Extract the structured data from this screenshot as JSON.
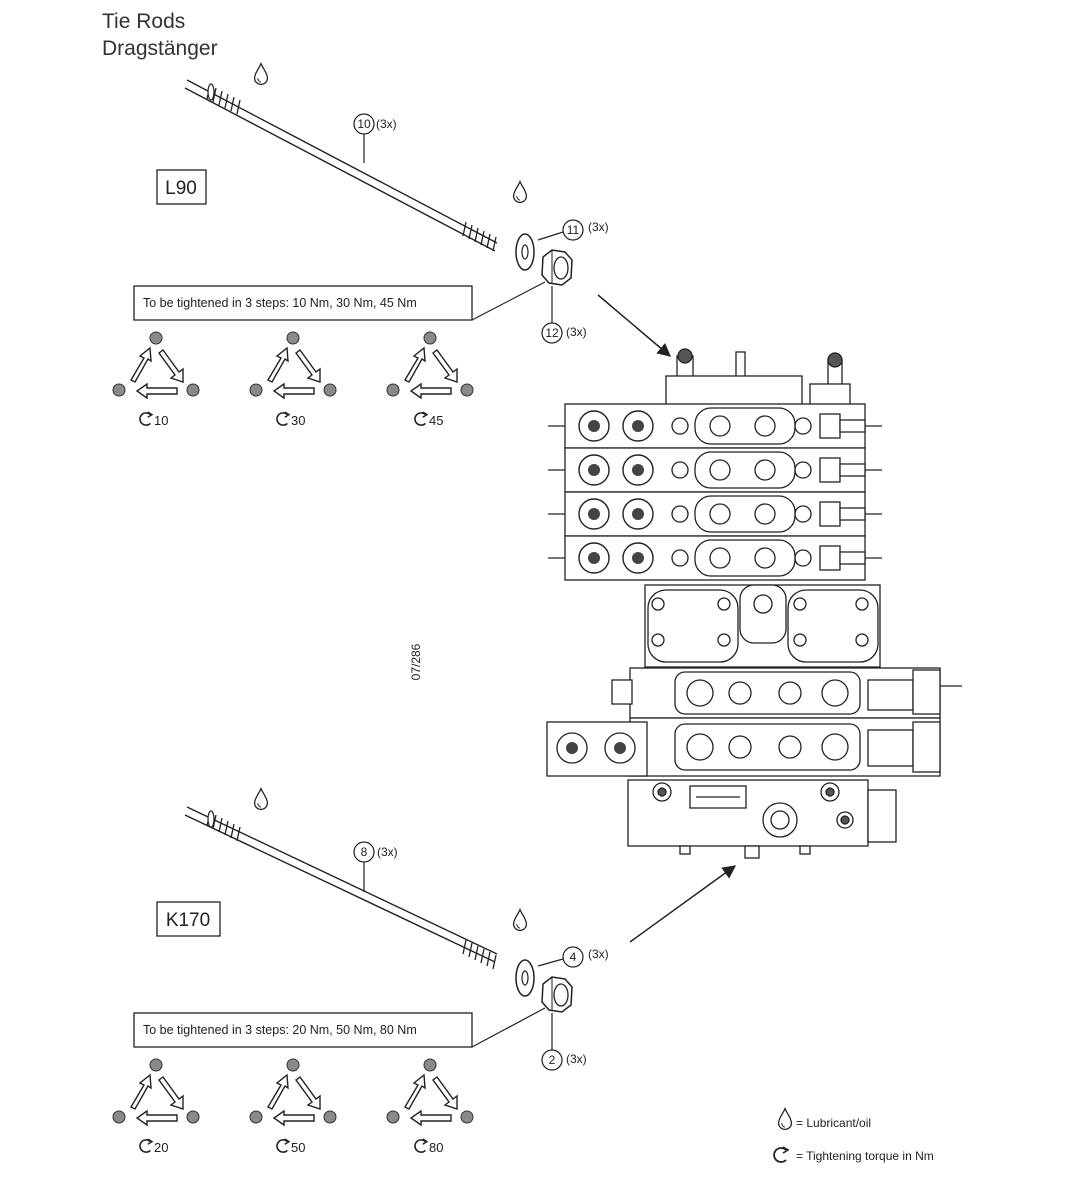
{
  "title_line1": "Tie Rods",
  "title_line2": "Dragstänger",
  "figure_ref": "07/286",
  "sections": [
    {
      "model": "L90",
      "tighten_note": "To be tightened in 3 steps: 10 Nm, 30 Nm, 45 Nm",
      "items": [
        {
          "num": "10",
          "qty": "(3x)"
        },
        {
          "num": "11",
          "qty": "(3x)"
        },
        {
          "num": "12",
          "qty": "(3x)"
        }
      ],
      "torques": [
        "10",
        "30",
        "45"
      ]
    },
    {
      "model": "K170",
      "tighten_note": "To be tightened in 3 steps: 20 Nm, 50 Nm, 80 Nm",
      "items": [
        {
          "num": "8",
          "qty": "(3x)"
        },
        {
          "num": "4",
          "qty": "(3x)"
        },
        {
          "num": "2",
          "qty": "(3x)"
        }
      ],
      "torques": [
        "20",
        "50",
        "80"
      ]
    }
  ],
  "legend": {
    "lubricant": "= Lubricant/oil",
    "torque": "= Tightening torque in Nm"
  },
  "colors": {
    "ink": "#222222",
    "dot": "#8a8a8a"
  }
}
